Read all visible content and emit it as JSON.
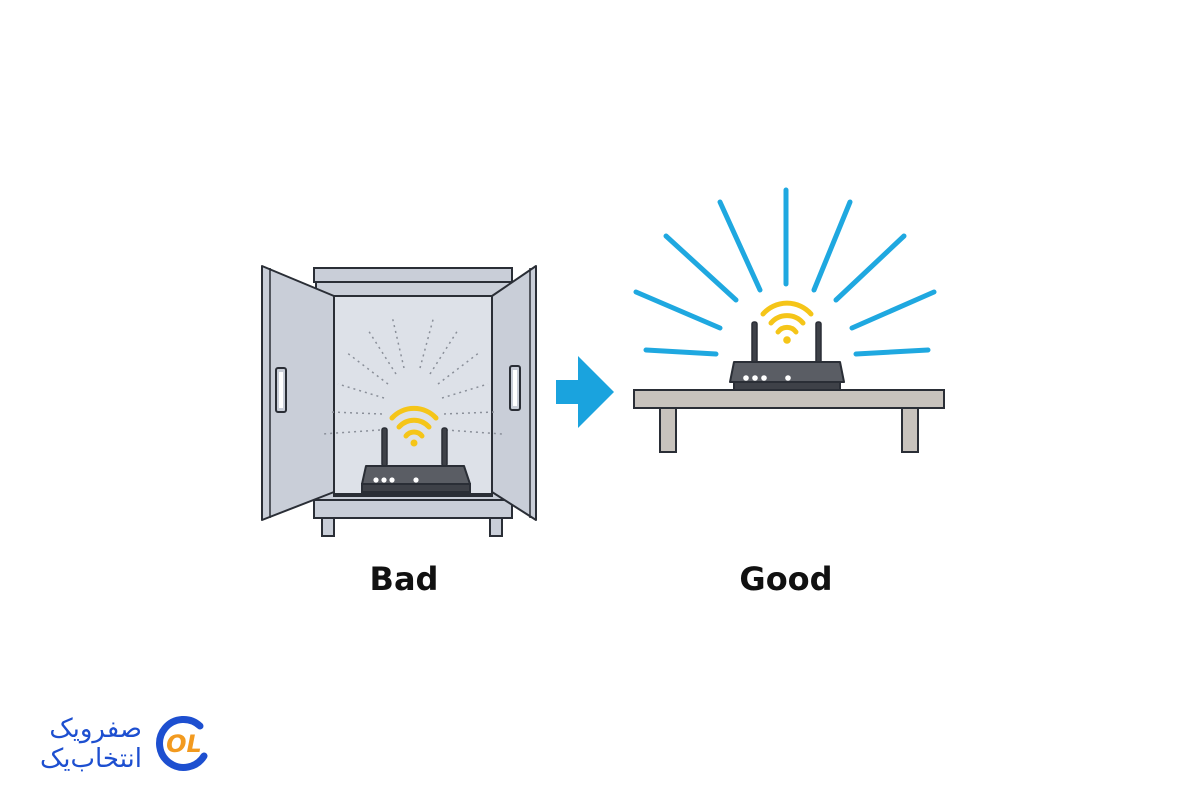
{
  "labels": {
    "bad": "Bad",
    "good": "Good"
  },
  "logo": {
    "line1": "صفرویک",
    "line2": "انتخاب‌یک",
    "mark": "OL"
  },
  "colors": {
    "cabinet_fill": "#c9ced8",
    "cabinet_inner": "#dde1e8",
    "outline": "#2a2e36",
    "router_body": "#4a4d54",
    "wifi_yellow": "#f5c518",
    "signal_blue": "#1fa8e0",
    "arrow_blue": "#1aa3de",
    "shelf_fill": "#c8c3bd",
    "logo_blue": "#1d4fd0",
    "logo_orange": "#f29a1f"
  },
  "icons": [
    "router-icon",
    "wifi-icon",
    "arrow-right-icon",
    "logo-icon"
  ]
}
